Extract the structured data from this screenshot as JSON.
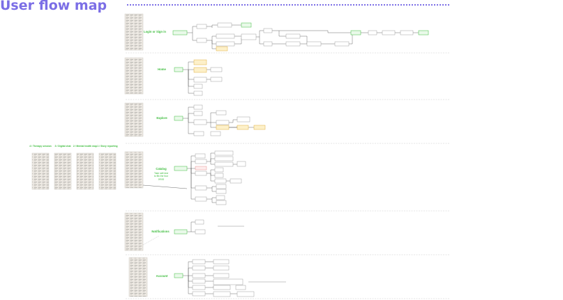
{
  "page": {
    "title": "User flow map"
  },
  "colors": {
    "accent": "#7b6ee6",
    "green": "#3ebd3e",
    "orange": "#f0c060",
    "line": "#444444",
    "divider": "#cccccc"
  },
  "topics": [
    {
      "label": "4 / Therapy session"
    },
    {
      "label": "3 / Digital chat"
    },
    {
      "label": "2 / Mental health map"
    },
    {
      "label": "1 / Story reporting"
    }
  ],
  "sections": [
    {
      "label": "Login or Sign in",
      "sub": ""
    },
    {
      "label": "Home",
      "sub": ""
    },
    {
      "label": "Explore",
      "sub": ""
    },
    {
      "label": "Catalog",
      "sub": "Take self-test to flik the four areas"
    },
    {
      "label": "Notifications",
      "sub": ""
    },
    {
      "label": "Account",
      "sub": ""
    }
  ]
}
